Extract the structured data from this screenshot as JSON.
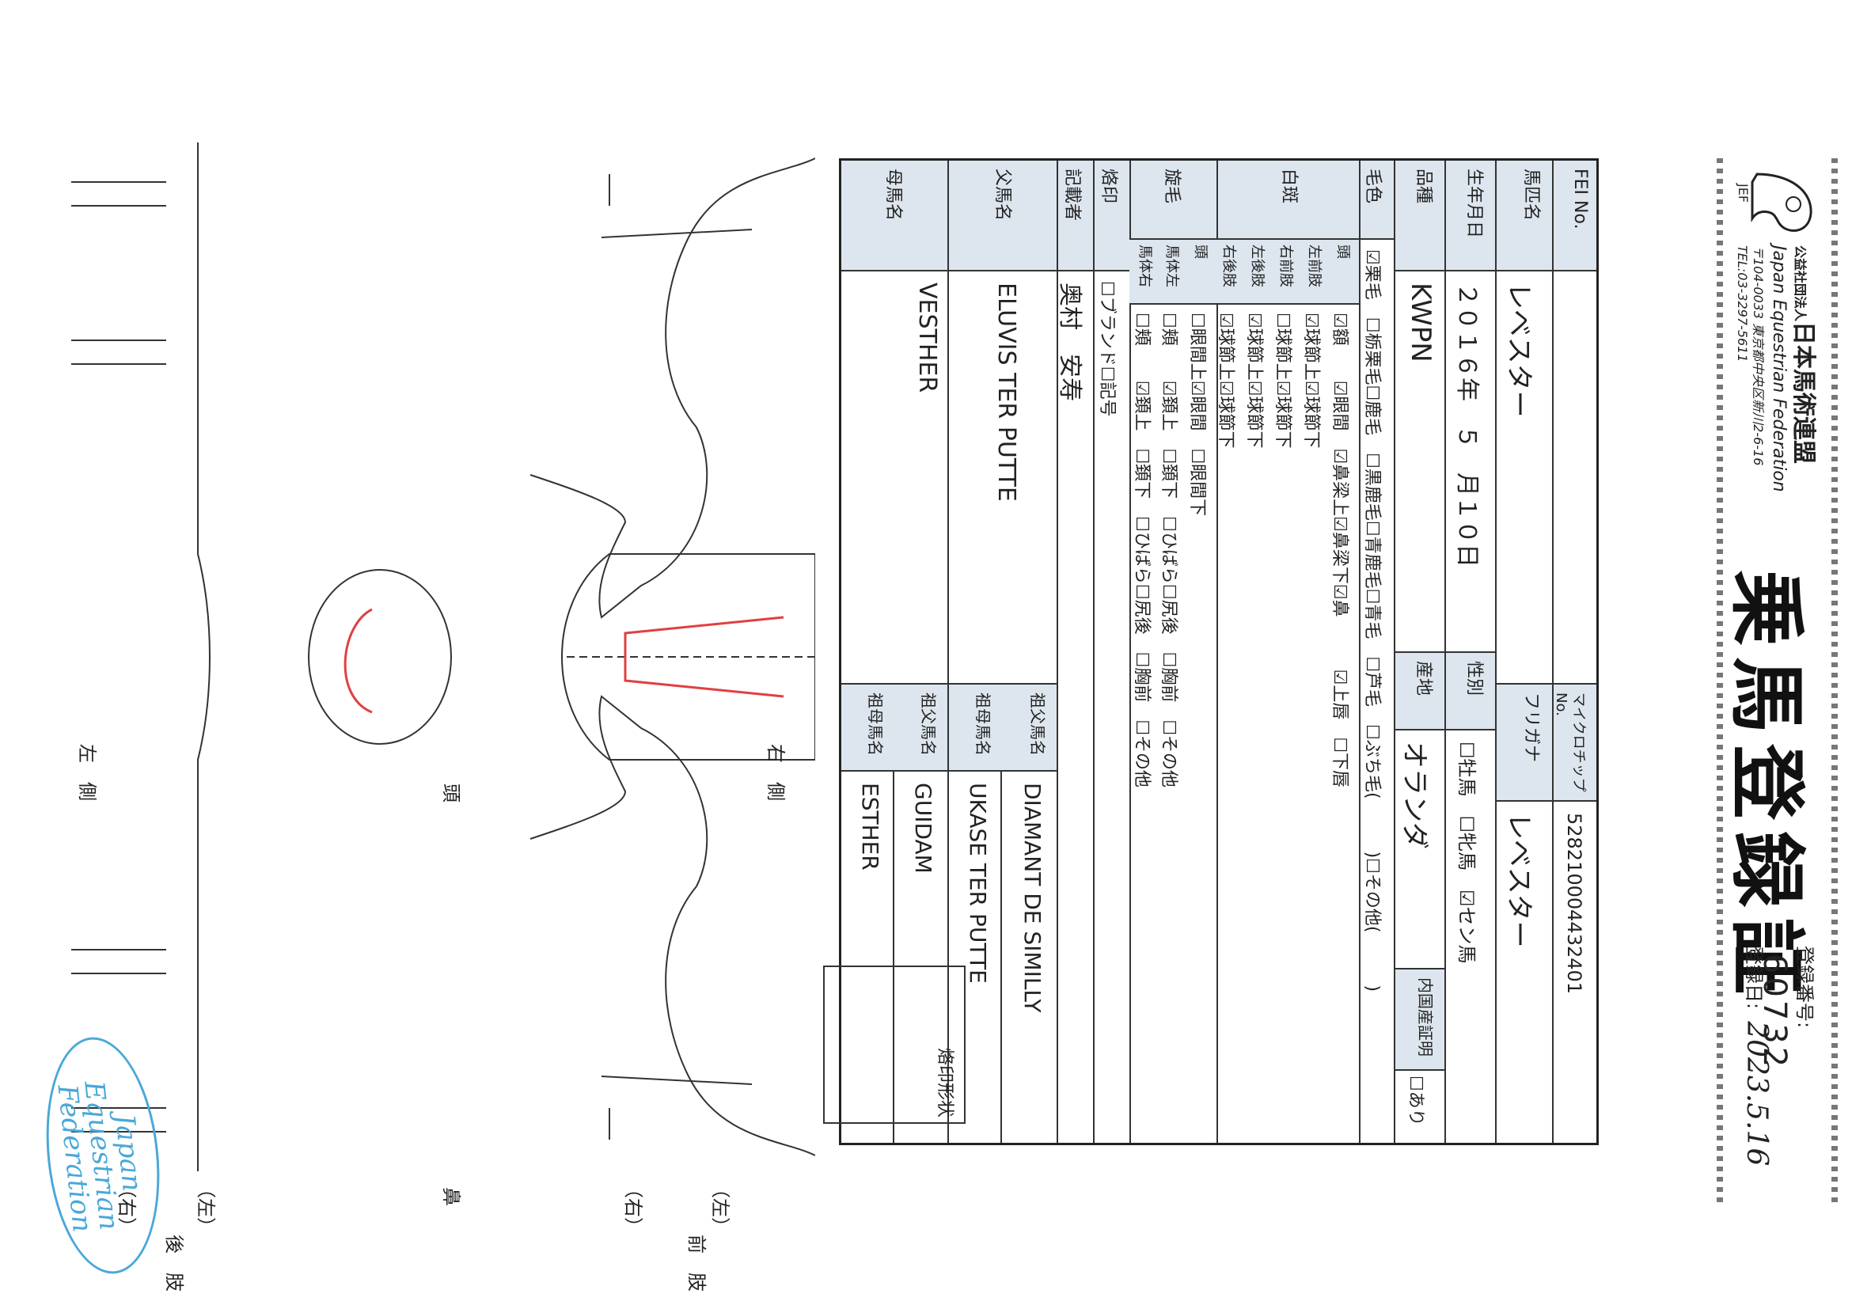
{
  "header": {
    "org_small": "公益社団法人",
    "org_name_jp": "日本馬術連盟",
    "org_name_en": "Japan Equestrian Federation",
    "address": "〒104-0033 東京都中央区新川2-6-16",
    "tel": "TEL:03-3297-5611",
    "logo_text": "JEF",
    "title": "乗馬登録証",
    "reg_no_label": "登録番号:",
    "reg_no": "60732",
    "reg_date_label": "登録日:",
    "reg_date": "2023.5.16"
  },
  "table": {
    "fei_label": "FEI No.",
    "fei_value": "",
    "microchip_label": "マイクロチップNo.",
    "microchip_value": "528210004432401",
    "name_label": "馬匹名",
    "name_value": "レベスター",
    "furigana_label": "フリガナ",
    "furigana_value": "レベスター",
    "dob_label": "生年月日",
    "dob_value": "２０１６年　５　月１０日",
    "sex_label": "性別",
    "sex_options": "☐牡馬　☐牝馬　☑セン馬",
    "breed_label": "品種",
    "breed_value": "KWPN",
    "origin_label": "産地",
    "origin_value": "オランダ",
    "cert_label": "内国産証明",
    "cert_option": "☐あり",
    "coat_label": "毛色",
    "coat_line": "☑栗毛　☐栃栗毛☐鹿毛　☐黒鹿毛☐青鹿毛☐青毛　☐芦毛　☐ぶち毛(　　　)☐その他(　　　)",
    "white_label": "白斑",
    "white_sub": [
      "頭",
      "左前肢",
      "右前肢",
      "左後肢",
      "右後肢"
    ],
    "white_lines": [
      "☑額　　☑眼間　☑鼻梁上☑鼻梁下☑鼻　　　☑上唇　☐下唇",
      "☑球節上☑球節下",
      "☐球節上☑球節下",
      "☑球節上☑球節下",
      "☑球節上☑球節下"
    ],
    "whorl_label": "旋毛",
    "whorl_sub": [
      "頭",
      "馬体左",
      "馬体右"
    ],
    "whorl_lines": [
      "☐眼間上☑眼間　☐眼間下",
      "☐頬　　☑頚上　☐頚下　☐ひばら☐尻後　☐胸前　☐その他",
      "☐頬　　☑頚上　☐頚下　☐ひばら☐尻後　☐胸前　☐その他"
    ],
    "brand_label": "烙印",
    "brand_line": "☐ブランド☐記号",
    "recorder_label": "記載者",
    "recorder_value": "奥村　安寿",
    "sire_label": "父馬名",
    "sire_value": "ELUVIS TER PUTTE",
    "gsire_label": "祖父馬名",
    "gsire_value": "DIAMANT DE SIMILLY",
    "gdam_label": "祖母馬名",
    "gdam_value": "UKASE TER PUTTE",
    "dam_label": "母馬名",
    "dam_value": "VESTHER",
    "ggsire_label": "祖父馬名",
    "ggsire_value": "GUIDAM",
    "ggdam_label": "祖母馬名",
    "ggdam_value": "ESTHER"
  },
  "diagram": {
    "brand_box_label": "烙印形状",
    "right_side": "右　側",
    "left_side": "左　側",
    "head": "頭",
    "nose": "鼻",
    "left": "（左）",
    "right": "（右）",
    "fore": "前　肢",
    "hind": "後　肢"
  },
  "stamp": {
    "line1": "Japan",
    "line2": "Equestrian",
    "line3": "Federation"
  }
}
